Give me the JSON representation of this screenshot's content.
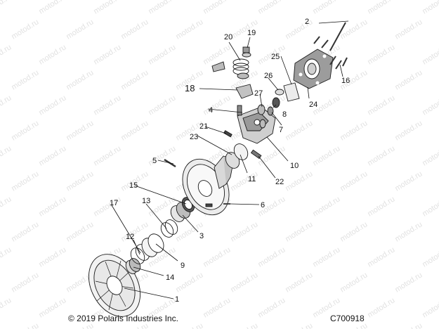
{
  "watermark": "motod.ru",
  "footer": {
    "copyright": "© 2019 Polaris Industries Inc.",
    "figure_code": "C700918"
  },
  "callouts": [
    "1",
    "2",
    "3",
    "4",
    "5",
    "6",
    "7",
    "8",
    "9",
    "10",
    "11",
    "12",
    "13",
    "14",
    "15",
    "16",
    "17",
    "18",
    "19",
    "20",
    "21",
    "22",
    "23",
    "24",
    "25",
    "26",
    "27"
  ]
}
